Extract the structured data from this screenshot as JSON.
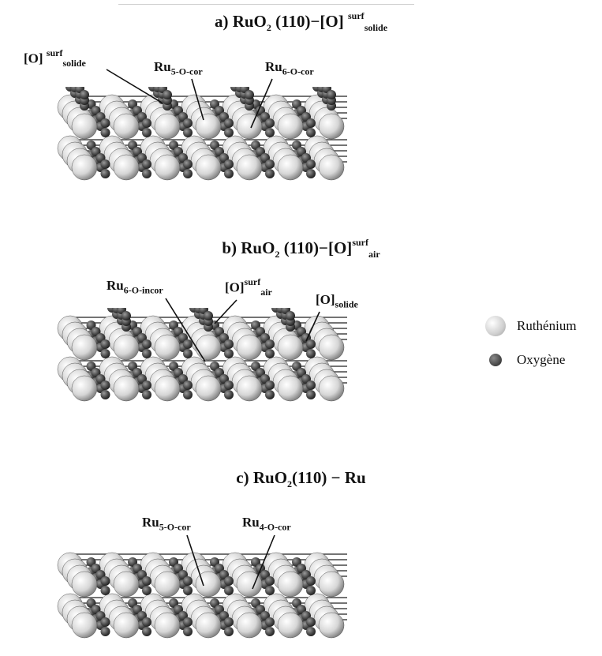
{
  "panels": [
    {
      "id": "a",
      "title_prefix": "a) RuO",
      "title_sub": "2",
      "title_mid": " (110)−[O] ",
      "title_sup": "surf",
      "title_sub2": "solide",
      "labels": [
        {
          "main": "[O] ",
          "sup": "surf",
          "sub": "solide"
        },
        {
          "main": "Ru",
          "sub": "5-O-cor"
        },
        {
          "main": "Ru",
          "sub": "6-O-cor"
        }
      ]
    },
    {
      "id": "b",
      "title_prefix": "b)  RuO",
      "title_sub": "2",
      "title_mid": " (110)−[O]",
      "title_sup": "surf",
      "title_sub2": "air",
      "labels": [
        {
          "main": "Ru",
          "sub": "6-O-incor"
        },
        {
          "main": "[O]",
          "sup": "surf",
          "sub": "air"
        },
        {
          "main": "[O]",
          "sub": "solide"
        }
      ]
    },
    {
      "id": "c",
      "title_prefix": "c)  RuO",
      "title_sub": "2",
      "title_mid": "(110) − Ru",
      "labels": [
        {
          "main": "Ru",
          "sub": "5-O-cor"
        },
        {
          "main": "Ru",
          "sub": "4-O-cor"
        }
      ]
    }
  ],
  "legend": [
    {
      "label": "Ruthénium",
      "icon": "ruthenium-sphere",
      "color": "#d9d9d9"
    },
    {
      "label": "Oxygène",
      "icon": "oxygen-sphere",
      "color": "#555555"
    }
  ],
  "colors": {
    "ruthenium": "#e6e6e6",
    "oxygen": "#4a4a4a",
    "bond": "#222222"
  }
}
